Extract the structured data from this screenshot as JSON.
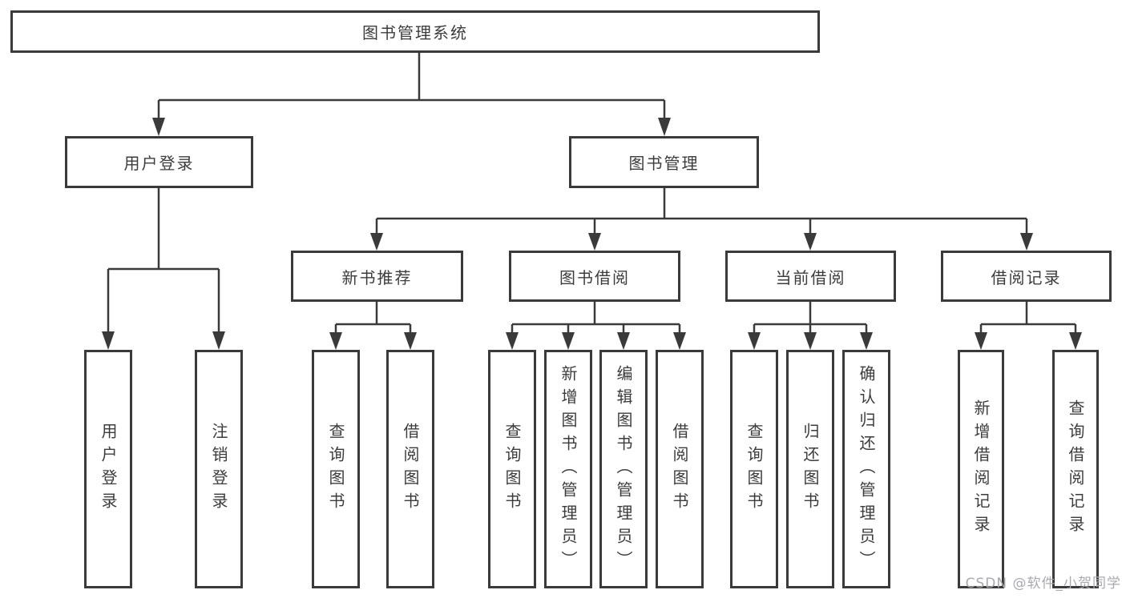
{
  "colors": {
    "line": "#3a3a3a",
    "box_border": "#3a3a3a",
    "box_fill": "#ffffff",
    "text": "#3c3c3c",
    "watermark": "#a9a9b0",
    "background": "#ffffff"
  },
  "watermark": "CSDN @软件_小贺同学",
  "tree": {
    "root": {
      "label": "图书管理系统"
    },
    "branches": [
      {
        "label": "用户登录",
        "children": [
          {
            "label": "用户登录"
          },
          {
            "label": "注销登录"
          }
        ]
      },
      {
        "label": "图书管理",
        "children": [
          {
            "label": "新书推荐",
            "children": [
              {
                "label": "查询图书"
              },
              {
                "label": "借阅图书"
              }
            ]
          },
          {
            "label": "图书借阅",
            "children": [
              {
                "label": "查询图书"
              },
              {
                "label": "新增图书（管理员）"
              },
              {
                "label": "编辑图书（管理员）"
              },
              {
                "label": "借阅图书"
              }
            ]
          },
          {
            "label": "当前借阅",
            "children": [
              {
                "label": "查询图书"
              },
              {
                "label": "归还图书"
              },
              {
                "label": "确认归还（管理员）"
              }
            ]
          },
          {
            "label": "借阅记录",
            "children": [
              {
                "label": "新增借阅记录"
              },
              {
                "label": "查询借阅记录"
              }
            ]
          }
        ]
      }
    ]
  }
}
